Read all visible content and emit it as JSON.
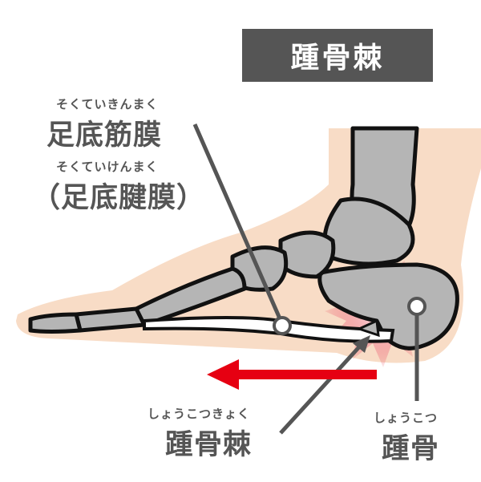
{
  "title": "踵骨棘",
  "labels": {
    "fascia_ruby": "そくていきんまく",
    "fascia": "足底筋膜",
    "aponeurosis_ruby": "そくていけんまく",
    "aponeurosis": "（足底腱膜）",
    "spur_ruby": "しょうこつきょく",
    "spur": "踵骨棘",
    "calcaneus_ruby": "しょうこつ",
    "calcaneus": "踵骨"
  },
  "colors": {
    "skin": "#f8dcc6",
    "bone": "#b5b5b5",
    "text": "#555555",
    "arrow": "#e60012",
    "pain": "#e8485a"
  }
}
